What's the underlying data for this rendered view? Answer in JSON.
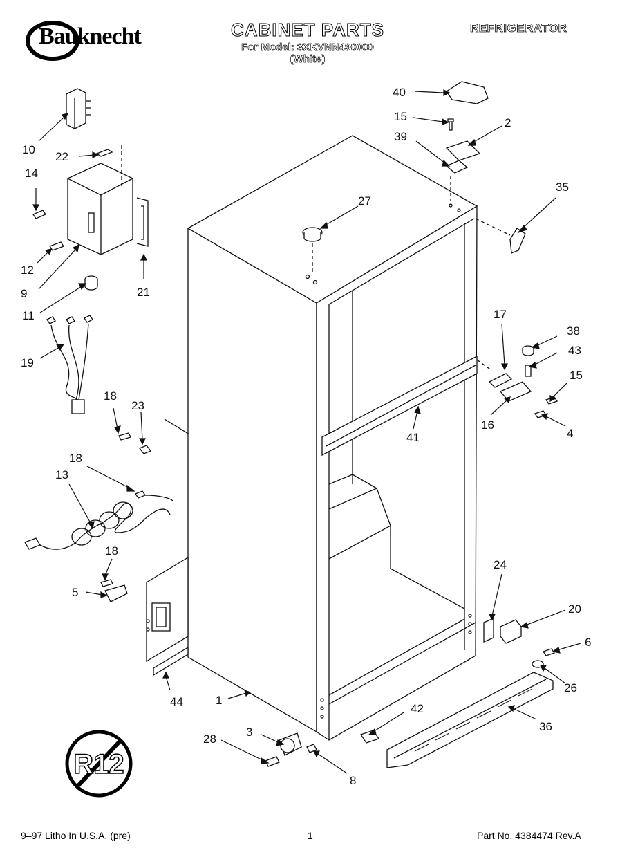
{
  "brand": "Bauknecht",
  "header": {
    "title": "CABINET PARTS",
    "model_line": "For Model: 3XKVNN490000",
    "variant": "(White)",
    "category": "REFRIGERATOR"
  },
  "refrigerant_badge": "R12",
  "footer": {
    "left": "9–97 Litho In U.S.A. (pre)",
    "page": "1",
    "part_number": "Part No. 4384474 Rev.A"
  },
  "part_labels": {
    "p1": "1",
    "p2": "2",
    "p3": "3",
    "p4": "4",
    "p5": "5",
    "p6": "6",
    "p8": "8",
    "p9": "9",
    "p10": "10",
    "p11": "11",
    "p12": "12",
    "p13": "13",
    "p14": "14",
    "p15a": "15",
    "p15b": "15",
    "p16": "16",
    "p17": "17",
    "p18a": "18",
    "p18b": "18",
    "p18c": "18",
    "p19": "19",
    "p20": "20",
    "p21": "21",
    "p22": "22",
    "p23": "23",
    "p24": "24",
    "p26": "26",
    "p27": "27",
    "p28": "28",
    "p35": "35",
    "p36": "36",
    "p38": "38",
    "p39": "39",
    "p40": "40",
    "p41": "41",
    "p42": "42",
    "p43": "43",
    "p44": "44"
  }
}
